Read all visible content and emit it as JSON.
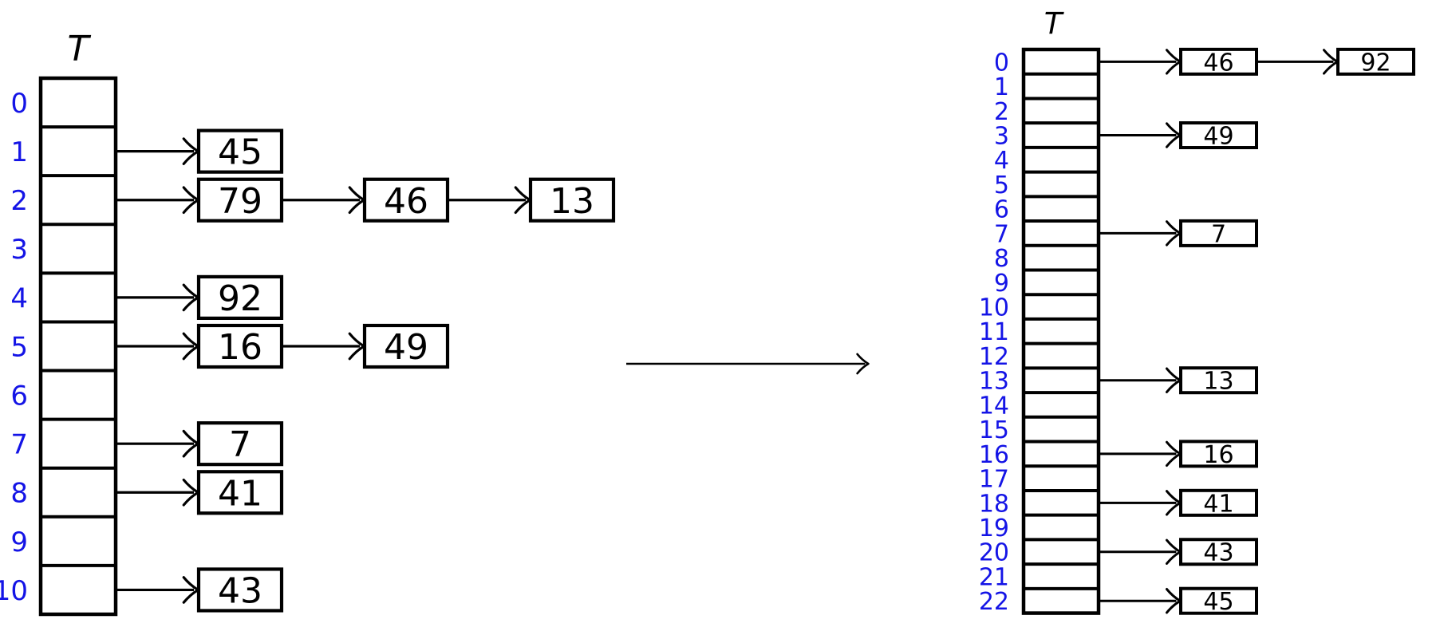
{
  "background_color": "#ffffff",
  "line_color": "#000000",
  "index_color": "#1414e6",
  "transform_arrow": {
    "icon": "long-right-arrow"
  },
  "tables": [
    {
      "label": "T",
      "slot_count": 11,
      "slots": [
        {
          "index": "0",
          "chain": []
        },
        {
          "index": "1",
          "chain": [
            "45"
          ]
        },
        {
          "index": "2",
          "chain": [
            "79",
            "46",
            "13"
          ]
        },
        {
          "index": "3",
          "chain": []
        },
        {
          "index": "4",
          "chain": [
            "92"
          ]
        },
        {
          "index": "5",
          "chain": [
            "16",
            "49"
          ]
        },
        {
          "index": "6",
          "chain": []
        },
        {
          "index": "7",
          "chain": [
            "7"
          ]
        },
        {
          "index": "8",
          "chain": [
            "41"
          ]
        },
        {
          "index": "9",
          "chain": []
        },
        {
          "index": "10",
          "chain": [
            "43"
          ]
        }
      ]
    },
    {
      "label": "T",
      "slot_count": 23,
      "slots": [
        {
          "index": "0",
          "chain": [
            "46",
            "92"
          ]
        },
        {
          "index": "1",
          "chain": []
        },
        {
          "index": "2",
          "chain": []
        },
        {
          "index": "3",
          "chain": [
            "49"
          ]
        },
        {
          "index": "4",
          "chain": []
        },
        {
          "index": "5",
          "chain": []
        },
        {
          "index": "6",
          "chain": []
        },
        {
          "index": "7",
          "chain": [
            "7"
          ]
        },
        {
          "index": "8",
          "chain": []
        },
        {
          "index": "9",
          "chain": []
        },
        {
          "index": "10",
          "chain": []
        },
        {
          "index": "11",
          "chain": []
        },
        {
          "index": "12",
          "chain": []
        },
        {
          "index": "13",
          "chain": [
            "13"
          ]
        },
        {
          "index": "14",
          "chain": []
        },
        {
          "index": "15",
          "chain": []
        },
        {
          "index": "16",
          "chain": [
            "16"
          ]
        },
        {
          "index": "17",
          "chain": []
        },
        {
          "index": "18",
          "chain": [
            "41"
          ]
        },
        {
          "index": "19",
          "chain": []
        },
        {
          "index": "20",
          "chain": [
            "43"
          ]
        },
        {
          "index": "21",
          "chain": []
        },
        {
          "index": "22",
          "chain": [
            "45"
          ]
        }
      ]
    }
  ]
}
